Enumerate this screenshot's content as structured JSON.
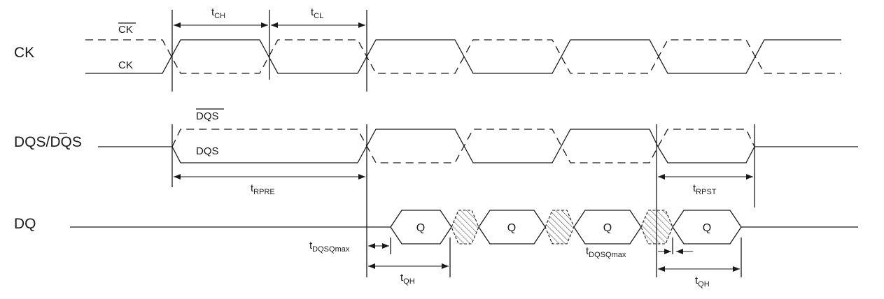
{
  "signals": {
    "ck": "CK",
    "ck_bar": "CK",
    "ck_true": "CK",
    "dqs": "DQS/DQS",
    "dqs_bar": "DQS",
    "dqs_true": "DQS",
    "dq": "DQ"
  },
  "data_eyes": [
    "Q",
    "Q",
    "Q",
    "Q"
  ],
  "timing": {
    "tch": {
      "main": "t",
      "sub": "CH"
    },
    "tcl": {
      "main": "t",
      "sub": "CL"
    },
    "trpre": {
      "main": "t",
      "sub": "RPRE"
    },
    "trpst": {
      "main": "t",
      "sub": "RPST"
    },
    "tdqsq_1": {
      "main": "t",
      "sub": "DQSQmax"
    },
    "tdqsq_2": {
      "main": "t",
      "sub": "DQSQmax"
    },
    "tqh_1": {
      "main": "t",
      "sub": "QH"
    },
    "tqh_2": {
      "main": "t",
      "sub": "QH"
    }
  }
}
